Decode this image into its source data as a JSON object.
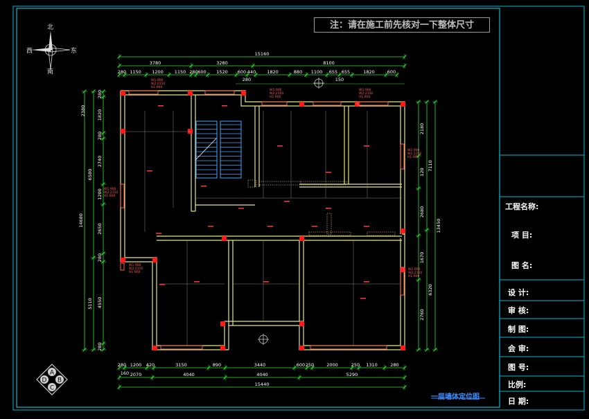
{
  "note": "注：请在施工前先核对一下整体尺寸",
  "compass": {
    "north": "北",
    "south": "南",
    "east": "东",
    "west": "西"
  },
  "logo_letters": [
    "A",
    "B",
    "C",
    "D"
  ],
  "title_block": {
    "project_name_label": "工程名称:",
    "item_label": "项 目:",
    "drawing_name_label": "图 名:",
    "design_label": "设 计:",
    "review_label": "审 核:",
    "draw_label": "制 图:",
    "countersign_label": "会 审:",
    "drawing_no_label": "图 号:",
    "scale_label": "比例:",
    "date_label": "日 期:"
  },
  "drawing_title": "一层墙体定位图",
  "dimensions": {
    "top_total": "15160",
    "top_level1": [
      "3780",
      "3280",
      "8100"
    ],
    "top_level2": [
      "280",
      "1150",
      "1200",
      "1150",
      "280",
      "600",
      "1520",
      "600",
      "440",
      "1820",
      "880",
      "1100",
      "655",
      "655",
      "1820",
      "600"
    ],
    "top_inner": [
      "280",
      "150"
    ],
    "bottom_level1": [
      "280",
      "1200",
      "420",
      "3150",
      "890",
      "3440",
      "600",
      "250",
      "2000",
      "250",
      "1310",
      "280"
    ],
    "bottom_level2": [
      "2070",
      "4040",
      "4040",
      "5290"
    ],
    "bottom_extra": "160",
    "bottom_total": "15440",
    "left_total": "14680",
    "left_level1": [
      "6580",
      "5110"
    ],
    "left_level2": [
      "280",
      "1820",
      "280",
      "2740",
      "1200",
      "2650",
      "280",
      "4550",
      "280"
    ],
    "left_top": "2380",
    "right_total": "13450",
    "right_level1": [
      "7110",
      "6320"
    ],
    "right_level2": [
      "2180",
      "120",
      "2680",
      "1670",
      "2760"
    ],
    "window_tag": [
      "W1:900",
      "W2:2150",
      "H1:900"
    ]
  },
  "colors": {
    "background": "#000000",
    "frame": "#00bcd4",
    "wall": "#e8e87a",
    "column": "#ff1a1a",
    "dimension": "#2ee62e",
    "dimension_text": "#ffffff",
    "furniture": "#ff3b3b",
    "stair": "#3fa9ff",
    "door": "#cccccc",
    "window": "#ff5a5a"
  }
}
